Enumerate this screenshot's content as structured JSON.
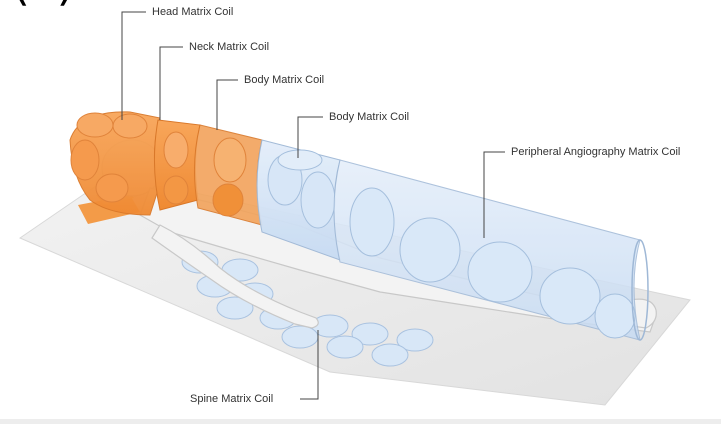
{
  "diagram": {
    "top_cut_text": "(   ) ",
    "labels": {
      "head": "Head Matrix Coil",
      "neck": "Neck Matrix Coil",
      "body1": "Body Matrix Coil",
      "body2": "Body Matrix Coil",
      "peripheral": "Peripheral Angiography Matrix Coil",
      "spine": "Spine Matrix Coil"
    },
    "colors": {
      "orange_coil": "#f5923e",
      "blue_coil": "#cfe2f6",
      "coil_outline": "#9fb8d6",
      "body": "#f1f1f1",
      "table": "#e9e9e9"
    }
  }
}
